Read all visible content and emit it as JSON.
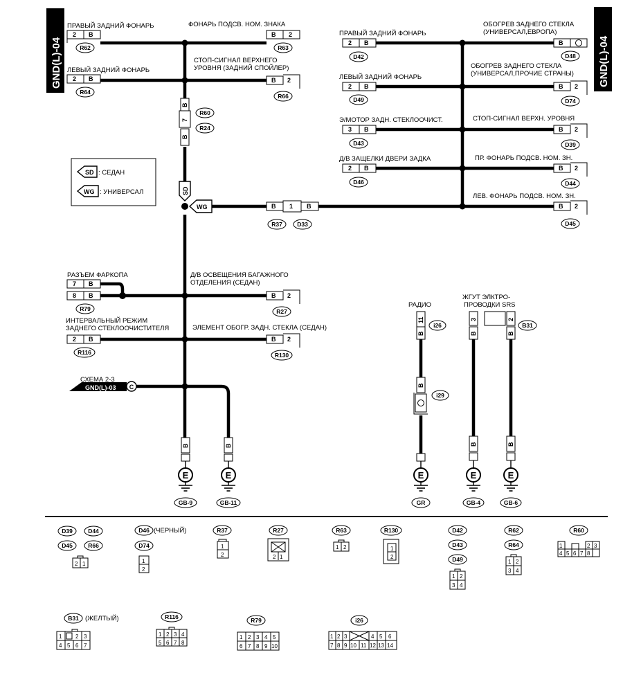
{
  "sheet": {
    "code": "GND(L)-04"
  },
  "legend": {
    "sd_tag": "SD",
    "sd_text": ": СЕДАН",
    "wg_tag": "WG",
    "wg_text": ": УНИВЕРСАЛ"
  },
  "left_components": [
    {
      "title": "ПРАВЫЙ ЗАДНИЙ ФОНАРЬ",
      "pin": "2",
      "wire": "B",
      "connector": "R62"
    },
    {
      "title": "ЛЕВЫЙ ЗАДНИЙ ФОНАРЬ",
      "pin": "2",
      "wire": "B",
      "connector": "R64"
    },
    {
      "title": "ФОНАРЬ ПОДСВ. НОМ. ЗНАКА",
      "pin": "2",
      "wire": "B",
      "connector": "R63"
    },
    {
      "title_1": "СТОП-СИГНАЛ ВЕРХНЕГО",
      "title_2": "УРОВНЯ (ЗАДНИЙ СПОЙЛЕР)",
      "pin": "2",
      "wire": "B",
      "connector": "R66"
    },
    {
      "title": "РАЗЪЕМ ФАРКОПА",
      "pin_a": "7",
      "pin_b": "8",
      "wire": "B",
      "connector": "R79"
    },
    {
      "title_1": "Д/В ОСВЕЩЕНИЯ БАГАЖНОГО",
      "title_2": "ОТДЕЛЕНИЯ (СЕДАН)",
      "pin": "2",
      "wire": "B",
      "connector": "R27"
    },
    {
      "title_1": "ИНТЕРВАЛЬНЫЙ РЕЖИМ",
      "title_2": "ЗАДНЕГО СТЕКЛООЧИСТИТЕЛЯ",
      "pin": "2",
      "wire": "B",
      "connector": "R116"
    },
    {
      "title": "ЭЛЕМЕНТ ОБОГР. ЗАДН. СТЕКЛА (СЕДАН)",
      "pin": "2",
      "wire": "B",
      "connector": "R130"
    }
  ],
  "inline_joint": {
    "pin": "7",
    "wire": "B",
    "connector_a": "R60",
    "connector_b": "R24"
  },
  "wg_joint": {
    "pin": "1",
    "wire": "B",
    "connector_a": "R37",
    "connector_b": "D33"
  },
  "right_left_components": [
    {
      "title": "ПРАВЫЙ ЗАДНИЙ ФОНАРЬ",
      "pin": "2",
      "wire": "B",
      "connector": "D42"
    },
    {
      "title": "ЛЕВЫЙ ЗАДНИЙ ФОНАРЬ",
      "pin": "2",
      "wire": "B",
      "connector": "D49"
    },
    {
      "title": "Э/МОТОР ЗАДН. СТЕКЛООЧИСТ.",
      "pin": "3",
      "wire": "B",
      "connector": "D43"
    },
    {
      "title": "Д/В ЗАЩЕЛКИ ДВЕРИ ЗАДКА",
      "pin": "2",
      "wire": "B",
      "connector": "D46"
    }
  ],
  "right_right_components": [
    {
      "title_1": "ОБОГРЕВ ЗАДНЕГО СТЕКЛА",
      "title_2": "(УНИВЕРСАЛ,ЕВРОПА)",
      "wire": "B",
      "connector": "D48"
    },
    {
      "title_1": "ОБОГРЕВ ЗАДНЕГО СТЕКЛА",
      "title_2": "(УНИВЕРСАЛ,ПРОЧИЕ СТРАНЫ)",
      "pin": "2",
      "wire": "B",
      "connector": "D74"
    },
    {
      "title": "СТОП-СИГНАЛ ВЕРХН. УРОВНЯ",
      "pin": "2",
      "wire": "B",
      "connector": "D39"
    },
    {
      "title": "ПР. ФОНАРЬ ПОДСВ. НОМ. ЗН.",
      "pin": "2",
      "wire": "B",
      "connector": "D44"
    },
    {
      "title": "ЛЕВ. ФОНАРЬ ПОДСВ. НОМ. ЗН.",
      "pin": "2",
      "wire": "B",
      "connector": "D45"
    }
  ],
  "radio": {
    "title": "РАДИО",
    "pin": "11",
    "wire": "B",
    "connector": "i26",
    "connector_2": "i29"
  },
  "srs": {
    "title_1": "ЖГУТ ЭЛКТРО-",
    "title_2": "ПРОВОДКИ SRS",
    "pin_a": "3",
    "pin_b": "2",
    "wire": "B",
    "connector": "B31"
  },
  "crossref": {
    "line1": "СХЕМА 2-3",
    "line2": "GND(L)-03",
    "mark": "C"
  },
  "grounds": [
    {
      "symbol": "E",
      "id": "GB-9",
      "wire": "B"
    },
    {
      "symbol": "E",
      "id": "GB-11",
      "wire": "B"
    },
    {
      "symbol": "E",
      "id": "GR"
    },
    {
      "symbol": "E",
      "id": "GB-4",
      "wire": "B"
    },
    {
      "symbol": "E",
      "id": "GB-6",
      "wire": "B"
    }
  ],
  "connector_views": {
    "g1": {
      "ids": [
        "D39",
        "D44",
        "D45",
        "R66"
      ],
      "pins": [
        "2",
        "1"
      ]
    },
    "g2": {
      "ids": [
        "D46",
        "D74"
      ],
      "note": "(ЧЕРНЫЙ)",
      "pins": [
        "1",
        "2"
      ]
    },
    "g3": {
      "id": "R37",
      "pins": [
        "1",
        "2"
      ]
    },
    "g4": {
      "id": "R27",
      "pins": [
        "2",
        "1"
      ]
    },
    "g5": {
      "id": "R63",
      "pins": [
        "1",
        "2"
      ]
    },
    "g6": {
      "id": "R130",
      "pins": [
        "1",
        "2"
      ]
    },
    "g7": {
      "ids": [
        "D42",
        "D43",
        "D49"
      ],
      "pins": [
        "1",
        "2",
        "3",
        "4"
      ]
    },
    "g8": {
      "ids": [
        "R62",
        "R64"
      ],
      "pins": [
        "1",
        "2",
        "3",
        "4"
      ]
    },
    "g9": {
      "id": "R60",
      "pins": [
        "1",
        "2",
        "3",
        "4",
        "5",
        "6",
        "7",
        "8"
      ]
    },
    "g10": {
      "id": "B31",
      "note": "(ЖЕЛТЫЙ)",
      "pins": [
        "1",
        "2",
        "3",
        "4",
        "5",
        "6",
        "7"
      ]
    },
    "g11": {
      "id": "R116",
      "pins": [
        "1",
        "2",
        "3",
        "4",
        "5",
        "6",
        "7",
        "8"
      ]
    },
    "g12": {
      "id": "R79",
      "pins": [
        "1",
        "2",
        "3",
        "4",
        "5",
        "6",
        "7",
        "8",
        "9",
        "10"
      ]
    },
    "g13": {
      "id": "i26",
      "pins": [
        "1",
        "2",
        "3",
        "4",
        "5",
        "6",
        "7",
        "8",
        "9",
        "10",
        "11",
        "12",
        "13",
        "14"
      ]
    }
  }
}
